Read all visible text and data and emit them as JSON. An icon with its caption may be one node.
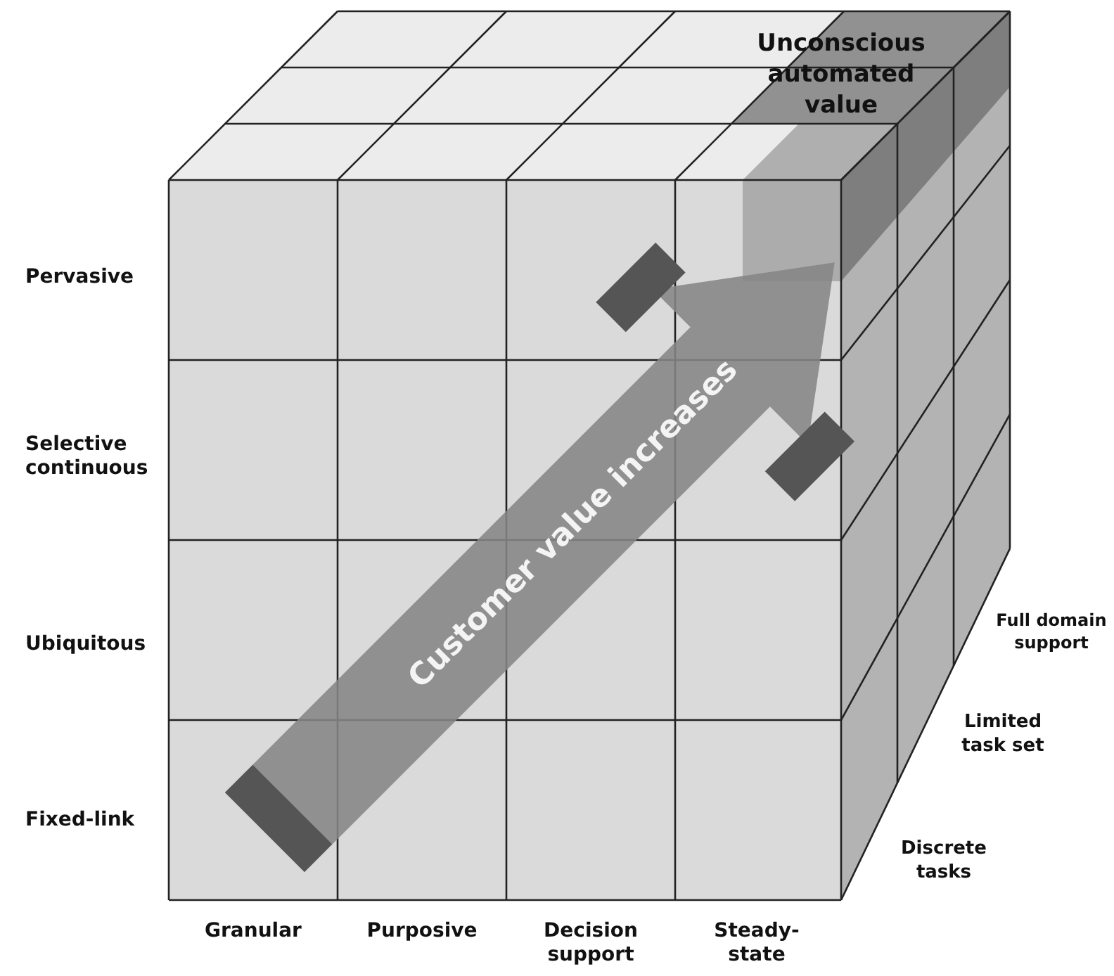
{
  "diagram": {
    "labels": [
      "Unconscious automated value",
      "Pervasive",
      "Customer value increases",
      "Selective continuous",
      "Ubiquitous",
      "Full domain support",
      "Limited task set",
      "Fixed-link",
      "Discrete tasks",
      "Granular",
      "Purposive",
      "Decision support",
      "Steady-state"
    ]
  }
}
